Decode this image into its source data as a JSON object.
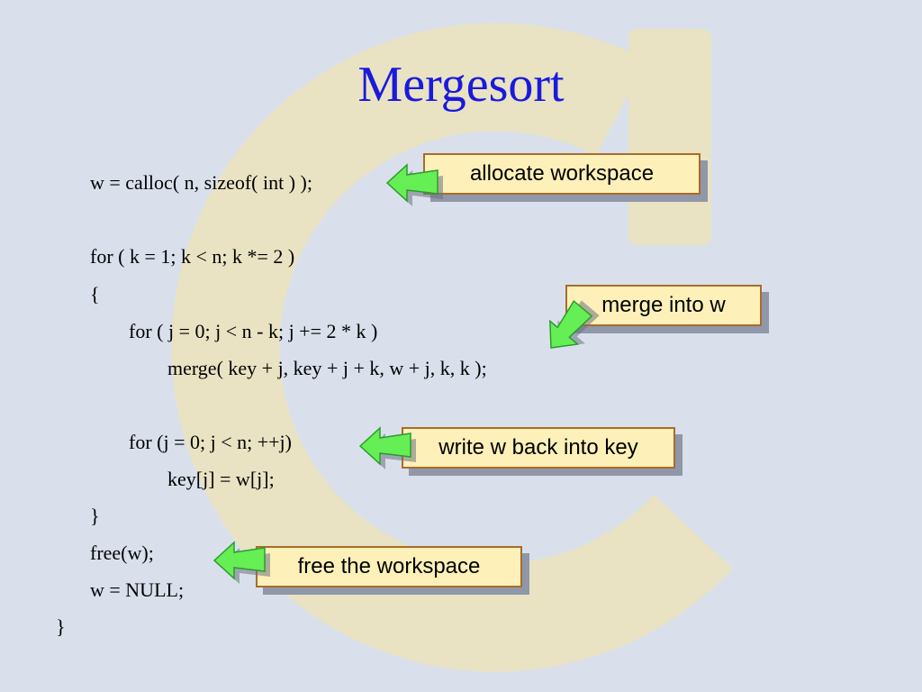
{
  "slide": {
    "title": "Mergesort",
    "background_color": "#d9e0ec",
    "watermark_color": "#e8e2c4",
    "title_color": "#1a1adc",
    "code_lines": [
      "w = calloc( n, sizeof( int ) );",
      "for ( k = 1; k < n; k *= 2 )",
      "{",
      "for ( j = 0; j < n - k; j += 2 * k )",
      "merge( key + j, key + j + k, w + j, k, k );",
      "for (j = 0; j < n; ++j)",
      "key[j] = w[j];",
      "}",
      "free(w);",
      "w = NULL;",
      "}"
    ],
    "callouts": [
      {
        "label": "allocate workspace",
        "icon": "green-arrow-icon"
      },
      {
        "label": "merge into w",
        "icon": "green-arrow-icon"
      },
      {
        "label": "write w back into key",
        "icon": "green-arrow-icon"
      },
      {
        "label": "free the workspace",
        "icon": "green-arrow-icon"
      }
    ],
    "callout_fill": "#fdf0b8",
    "callout_border": "#a86c2a",
    "arrow_color": "#66ee55"
  }
}
